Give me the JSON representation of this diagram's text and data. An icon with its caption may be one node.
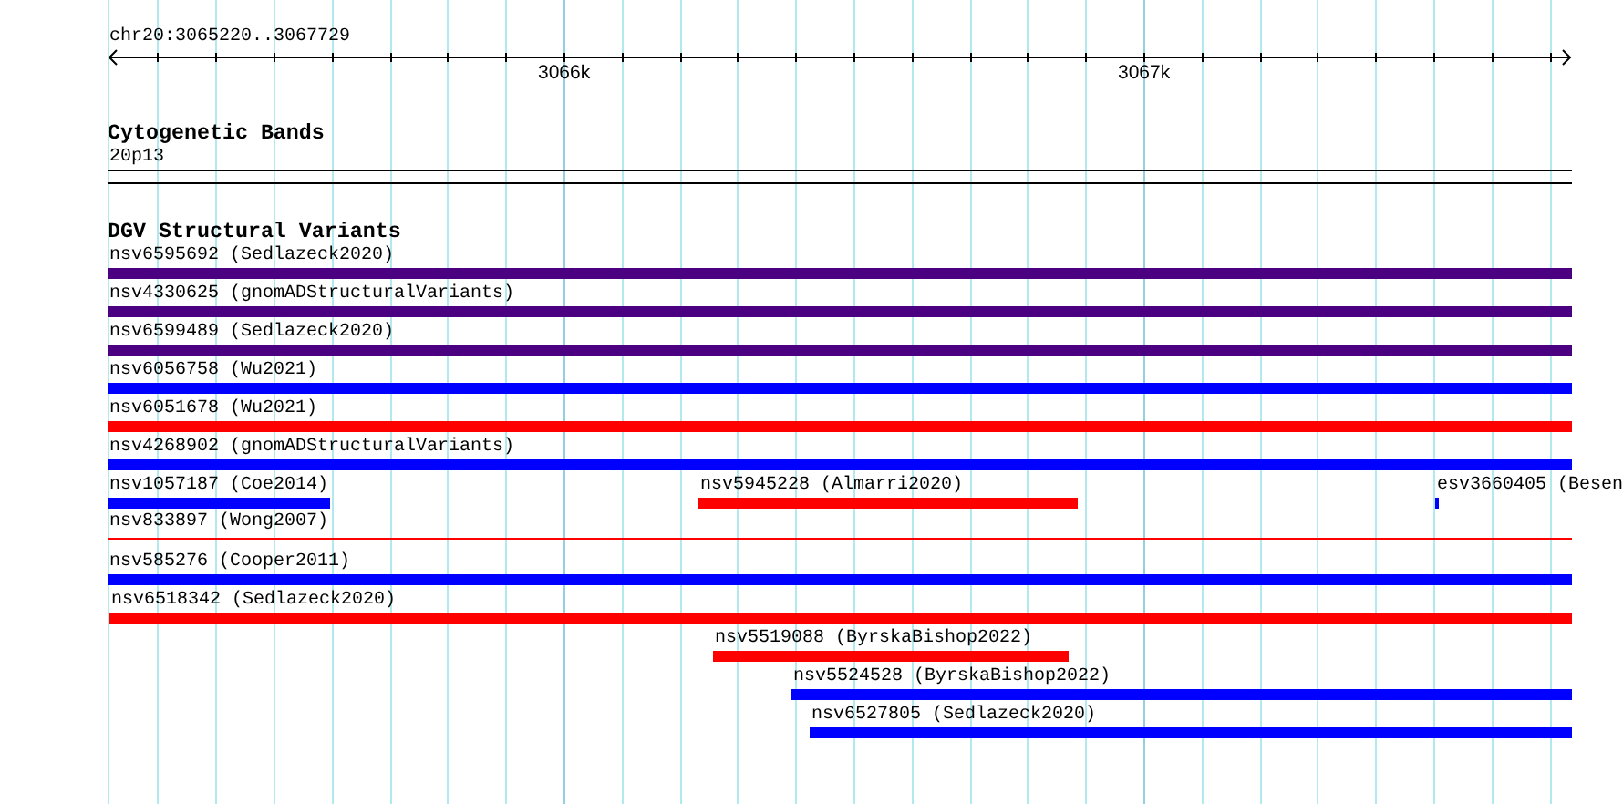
{
  "diagram": {
    "nodes": [
      {
        "text": [
          "20p13"
        ]
      },
      {
        "text": [
          "nsv6595692 (Sedlazeck2020)"
        ]
      },
      {
        "text": [
          "nsv4330625 (gnomADStructuralVariants)"
        ]
      },
      {
        "text": [
          "nsv6599489 (Sedlazeck2020)"
        ]
      },
      {
        "text": [
          "nsv6056758 (Wu2021)"
        ]
      },
      {
        "text": [
          "nsv6051678 (Wu2021)"
        ]
      },
      {
        "text": [
          "nsv4268902 (gnomADStructuralVariants)"
        ]
      },
      {
        "text": [
          "nsv1057187 (Coe2014)"
        ]
      },
      {
        "text": [
          "nsv5945228 (Almarri2020)"
        ]
      },
      {
        "text": [
          "esv3660405 (Besen"
        ]
      },
      {
        "text": [
          "nsv833897 (Wong2007)"
        ]
      },
      {
        "text": [
          "nsv585276 (Cooper2011)"
        ]
      },
      {
        "text": [
          "nsv6518342 (Sedlazeck2020)"
        ]
      },
      {
        "text": [
          "nsv5519088 (ByrskaBishop2022)"
        ]
      },
      {
        "text": [
          "nsv5524528 (ByrskaBishop2022)"
        ]
      },
      {
        "text": [
          "nsv6527805 (Sedlazeck2020)"
        ]
      }
    ],
    "labels": [
      "chr20:3065220..3067729",
      "3066k",
      "3067k",
      "Cytogenetic Bands",
      "DGV Structural Variants"
    ]
  }
}
